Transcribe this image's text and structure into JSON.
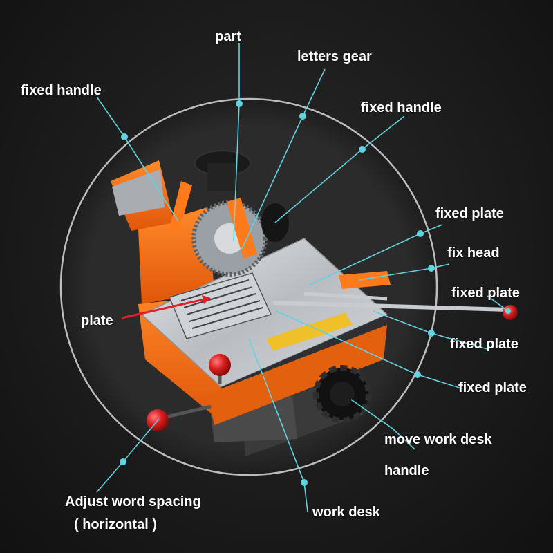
{
  "colors": {
    "background": "#1a1a1a",
    "ring": "#cfcfcf",
    "leader": "#5fd3e0",
    "machine_body": "#f26b0f",
    "steel_table": "#c9ccd0",
    "plate_arrow": "#e0202a",
    "knob_red": "#d81e1e",
    "knob_black": "#141414"
  },
  "labels": {
    "part": "part",
    "letters_gear": "letters gear",
    "fixed_handle_left": "fixed handle",
    "fixed_handle_right": "fixed handle",
    "fixed_plate_1": "fixed plate",
    "fix_head": "fix head",
    "fixed_plate_2": "fixed plate",
    "plate": "plate",
    "fixed_plate_3": "fixed plate",
    "fixed_plate_4": "fixed plate",
    "move_work_desk": "move work desk",
    "handle": "handle",
    "adjust_word_spacing": "Adjust word spacing",
    "horizontal": "( horizontal )",
    "work_desk": "work desk"
  }
}
